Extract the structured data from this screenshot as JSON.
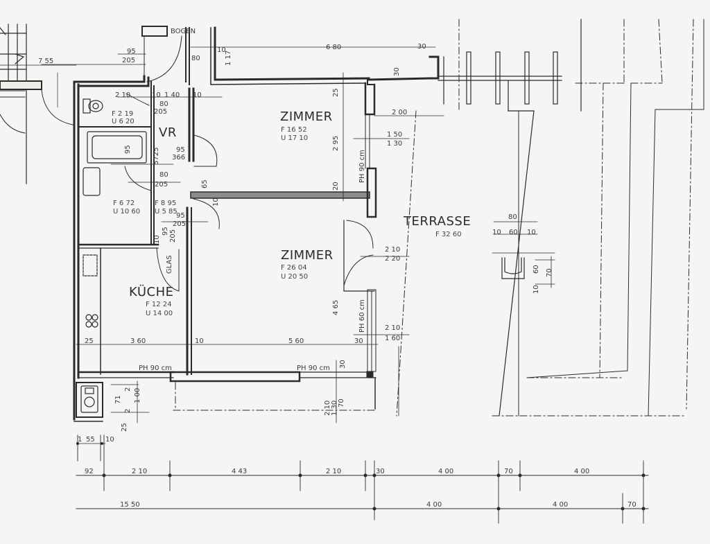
{
  "plan": {
    "rooms": [
      {
        "name": "ZIMMER",
        "area_label": "F  16 52",
        "perimeter_label": "U  17 10"
      },
      {
        "name": "ZIMMER",
        "area_label": "F  26 04",
        "perimeter_label": "U  20 50"
      },
      {
        "name": "KÜCHE",
        "area_label": "F  12 24",
        "perimeter_label": "U  14 00"
      },
      {
        "name": "TERRASSE",
        "area_label": "F    32 60"
      },
      {
        "name": "VR"
      }
    ],
    "wc": {
      "area_label": "F  2 19",
      "perimeter_label": "U 6 20"
    },
    "bath": {
      "area_label": "F  6 72",
      "perimeter_label": "U 10 60"
    },
    "hall": {
      "area_label": "F  8 95",
      "perimeter_label": "U 5 85"
    },
    "labels": {
      "bogen": "BOGEN",
      "glas": "GLAS",
      "ph_90_a": "PH 90 cm",
      "ph_90_b": "PH 90 cm",
      "ph_90_c": "PH 90 cm",
      "ph_60": "PH 60 cm"
    },
    "dimensions": {
      "d_755": "7 55",
      "d_95_205_top": "95",
      "d_205_top": "205",
      "d_80_top": "80",
      "d_10_117": "10",
      "d_117": "1 17",
      "d_680": "6 80",
      "d_30_top": "30",
      "d_30_v": "30",
      "d_25": "25",
      "d_210_wc": "2 10",
      "d_10_140": "10",
      "d_140": "1 40",
      "d_80_wc": "80",
      "d_205_wc": "205",
      "d_10_r": "10",
      "d_200": "2 00",
      "d_150": "1 50",
      "d_130": "1 30",
      "d_295": "2 95",
      "d_95_bath": "95",
      "d_5725": "5725",
      "d_95_vr": "95",
      "d_366": "366",
      "d_80_vr": "80",
      "d_205_vr": "205",
      "d_65": "65",
      "d_20": "20",
      "d_10_wall": "10",
      "d_95_hall": "95",
      "d_205_hall": "205",
      "d_95_glas": "95",
      "d_205_glas": "205",
      "d_10_glas": "10",
      "d_210_door": "2 10",
      "d_220_door": "2 20",
      "d_465": "4 65",
      "d_210_win": "2 10",
      "d_160_win": "1 60",
      "d_25_k": "25",
      "d_360": "3 60",
      "d_10_k": "10",
      "d_560": "5 60",
      "d_30_z": "30",
      "d_30_bot": "30",
      "d_210_bot": "2 10",
      "d_130_bot": "1 30",
      "d_70_bot": "70",
      "d_2a": "2",
      "d_71": "71",
      "d_2b": "2",
      "d_100": "1 00",
      "d_25_bot": "25",
      "d_1": "1",
      "d_55": "55",
      "d_10_b": "10",
      "d_80_t": "80",
      "d_10_t1": "10",
      "d_60_t": "60",
      "d_10_t2": "10",
      "d_60_tv": "60",
      "d_70_tv": "70",
      "d_10_tv": "10"
    },
    "dim_chain_1": [
      {
        "label": "92"
      },
      {
        "label": "2 10"
      },
      {
        "label": "4 43"
      },
      {
        "label": "2 10"
      },
      {
        "label": "30"
      },
      {
        "label": "4 00"
      },
      {
        "label": "70"
      },
      {
        "label": "4 00"
      }
    ],
    "dim_chain_2": [
      {
        "label": "15 50"
      },
      {
        "label": "4 00"
      },
      {
        "label": "4 00"
      },
      {
        "label": "70"
      }
    ],
    "colors": {
      "paper": "#f4f6f3",
      "ink": "#2a2a2a",
      "wall_fill": "#d9dbd6"
    }
  }
}
